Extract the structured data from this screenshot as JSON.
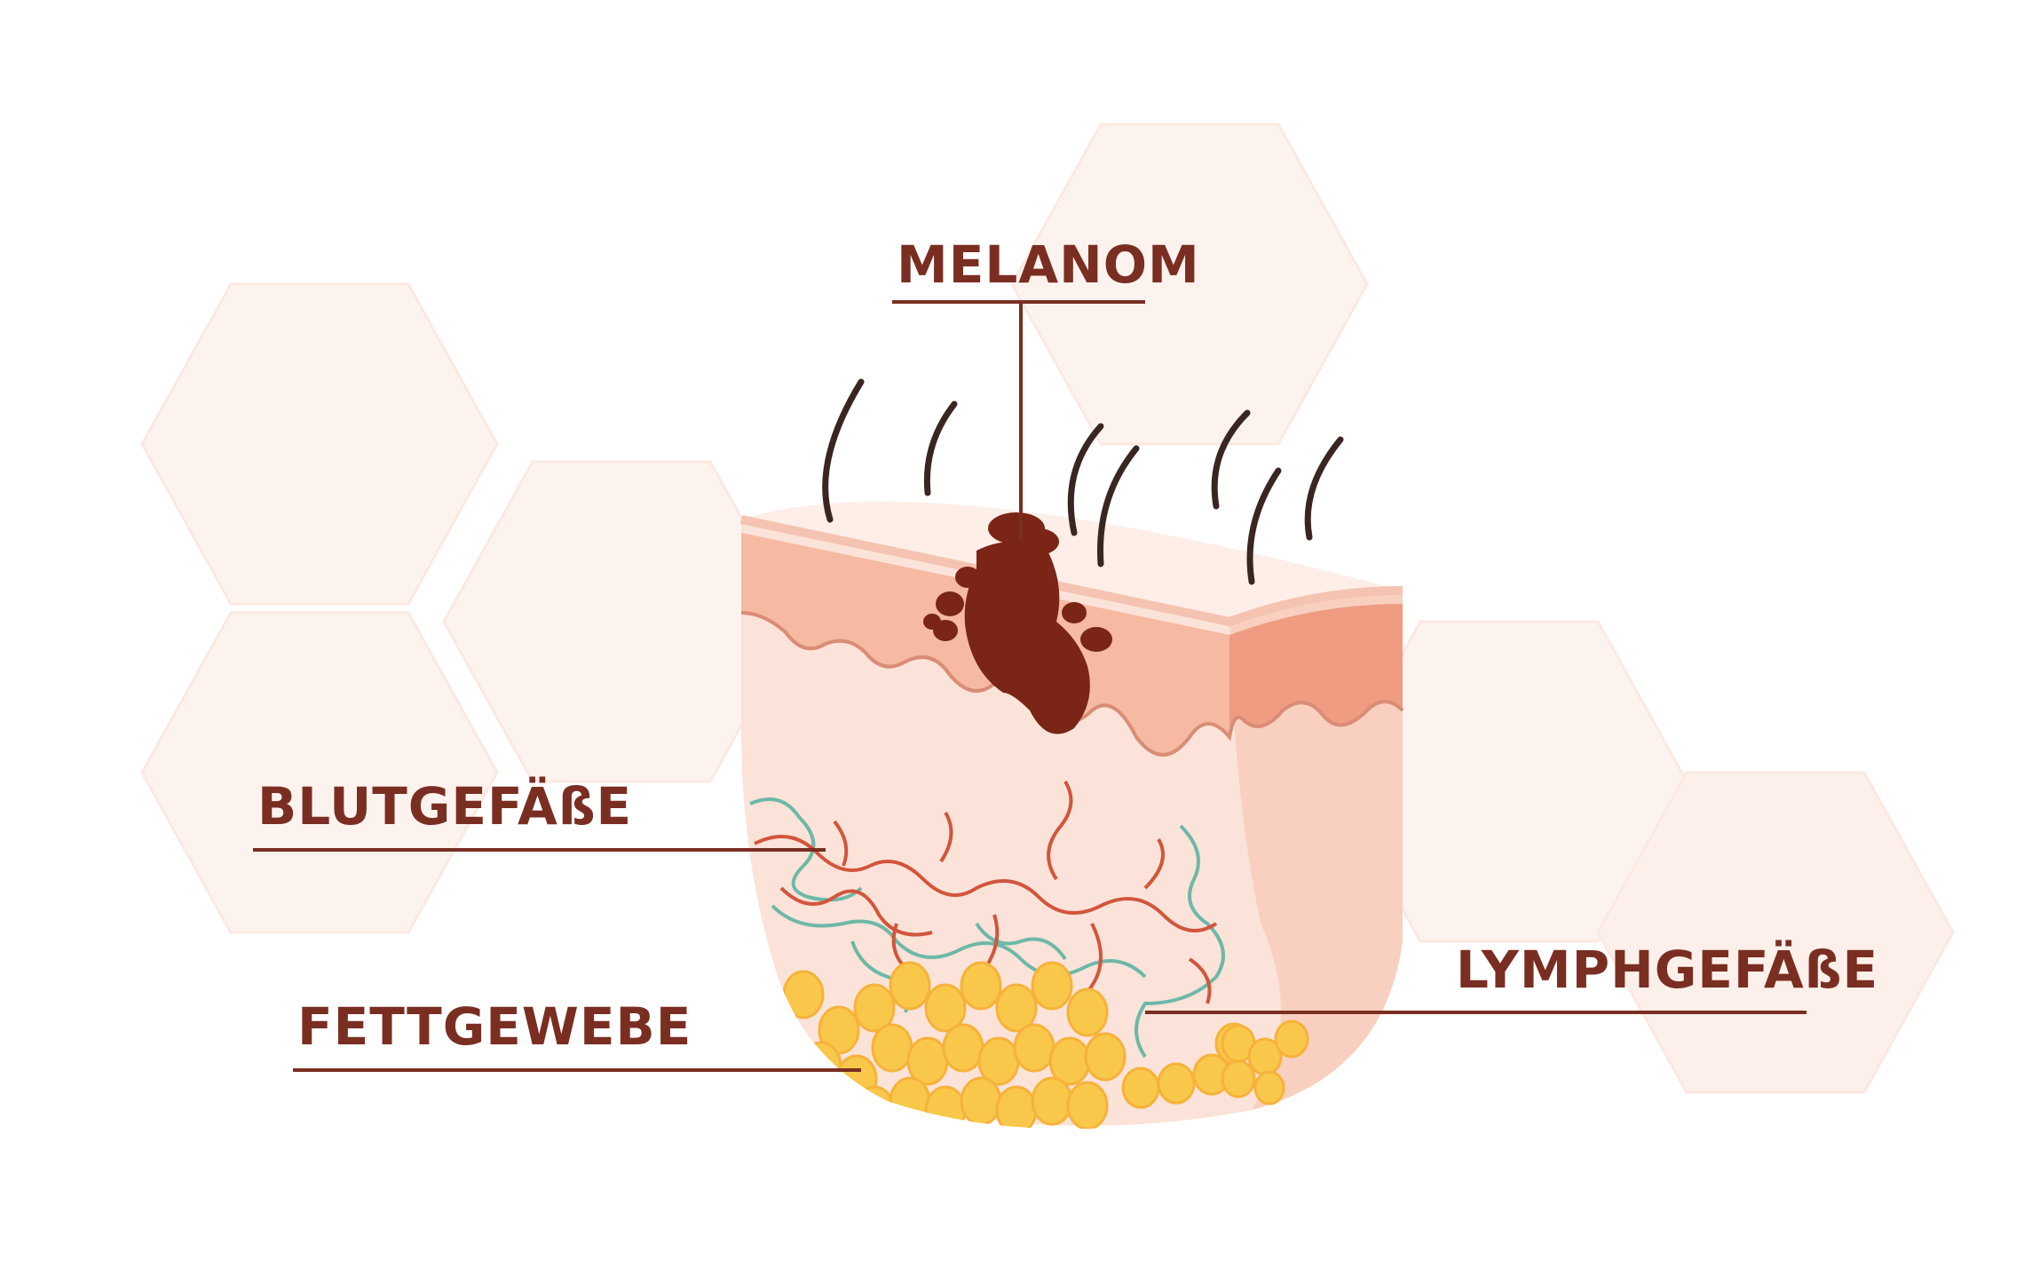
{
  "labels": {
    "melanoma": "MELANOM",
    "blood_vessels": "BLUTGEFÄßE",
    "fat_tissue": "FETTGEWEBE",
    "lymph_vessels": "LYMPHGEFÄßE"
  },
  "colors": {
    "label_text": "#7a2e22",
    "skin_light": "#fbe3d9",
    "skin_mid": "#f6b9a1",
    "skin_dark": "#ef9c82",
    "melanoma": "#7a2516",
    "hair": "#3a2620",
    "blood_vessel": "#d2553c",
    "lymph_vessel": "#6db8a7",
    "fat_cell": "#f9c84a",
    "honeycomb": "#fdf1ec"
  }
}
